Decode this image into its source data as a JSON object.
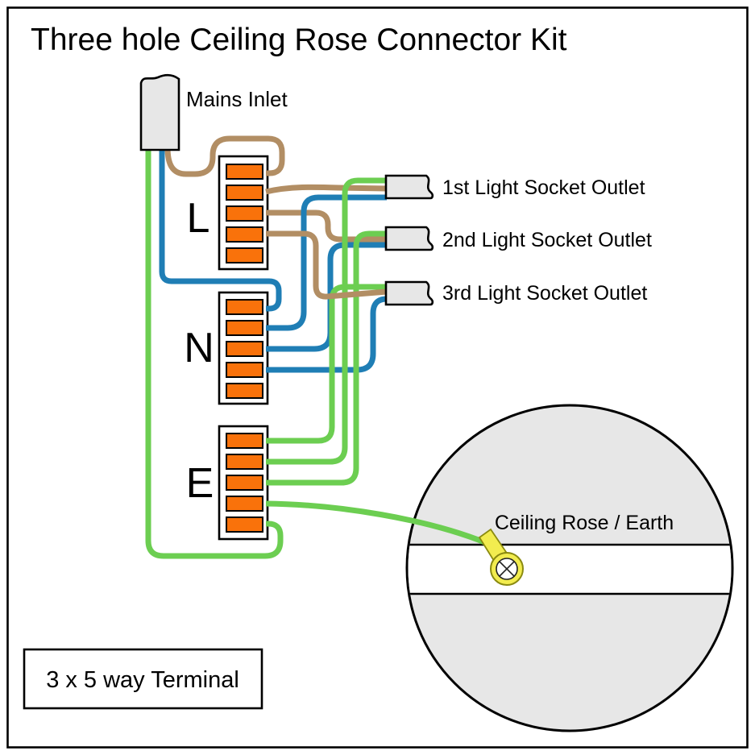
{
  "title": "Three hole Ceiling Rose Connector Kit",
  "mains_inlet": {
    "label": "Mains Inlet"
  },
  "terminal_blocks": {
    "live": {
      "letter": "L",
      "ways": 5
    },
    "neutral": {
      "letter": "N",
      "ways": 5
    },
    "earth": {
      "letter": "E",
      "ways": 5
    }
  },
  "outlets": [
    {
      "label": "1st Light Socket Outlet"
    },
    {
      "label": "2nd Light Socket Outlet"
    },
    {
      "label": "3rd Light Socket Outlet"
    }
  ],
  "ceiling_rose": {
    "label": "Ceiling Rose / Earth"
  },
  "legend": {
    "label": "3 x 5 way Terminal"
  },
  "colors": {
    "live_wire_brown": "#B28E64",
    "neutral_wire_blue": "#1F7EB5",
    "earth_wire_green": "#6CCE51",
    "terminal_orange": "#F9720B",
    "connector_grey": "#E7E7E7",
    "band_white": "#FFFFFF",
    "ring_terminal_yellow": "#F2EC4F",
    "ring_terminal_edge": "#8A8A10",
    "outline_black": "#000000"
  }
}
